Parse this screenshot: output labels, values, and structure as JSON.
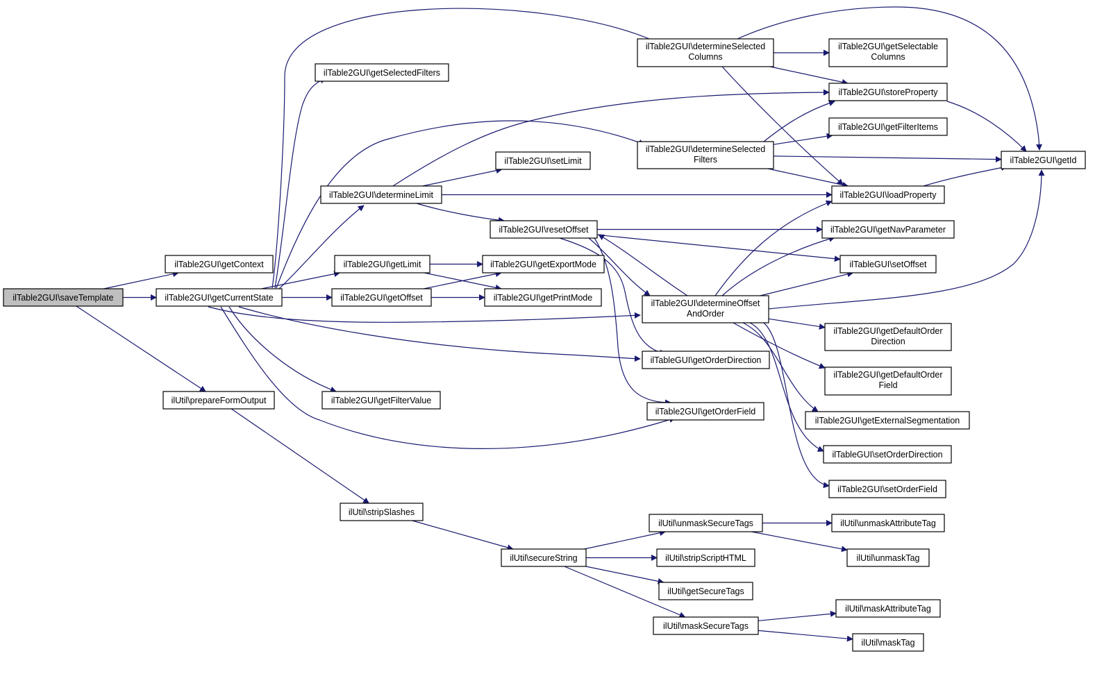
{
  "colors": {
    "edge": "#191970",
    "node_border": "#000000",
    "root_fill": "#bfbfbf",
    "background": "#ffffff"
  },
  "nodes": [
    {
      "id": "saveTemplate",
      "lines": [
        "ilTable2GUI\\saveTemplate"
      ],
      "root": true
    },
    {
      "id": "getContext",
      "lines": [
        "ilTable2GUI\\getContext"
      ]
    },
    {
      "id": "getCurrentState",
      "lines": [
        "ilTable2GUI\\getCurrentState"
      ]
    },
    {
      "id": "prepareFormOutput",
      "lines": [
        "ilUtil\\prepareFormOutput"
      ]
    },
    {
      "id": "getSelectedFilters",
      "lines": [
        "ilTable2GUI\\getSelectedFilters"
      ]
    },
    {
      "id": "determineLimit",
      "lines": [
        "ilTable2GUI\\determineLimit"
      ]
    },
    {
      "id": "getLimit",
      "lines": [
        "ilTable2GUI\\getLimit"
      ]
    },
    {
      "id": "getOffset",
      "lines": [
        "ilTable2GUI\\getOffset"
      ]
    },
    {
      "id": "getFilterValue",
      "lines": [
        "ilTable2GUI\\getFilterValue"
      ]
    },
    {
      "id": "stripSlashes",
      "lines": [
        "ilUtil\\stripSlashes"
      ]
    },
    {
      "id": "setLimit",
      "lines": [
        "ilTable2GUI\\setLimit"
      ]
    },
    {
      "id": "resetOffset",
      "lines": [
        "ilTable2GUI\\resetOffset"
      ]
    },
    {
      "id": "getExportMode",
      "lines": [
        "ilTable2GUI\\getExportMode"
      ]
    },
    {
      "id": "getPrintMode",
      "lines": [
        "ilTable2GUI\\getPrintMode"
      ]
    },
    {
      "id": "secureString",
      "lines": [
        "ilUtil\\secureString"
      ]
    },
    {
      "id": "determineSelectedColumns",
      "lines": [
        "ilTable2GUI\\determineSelected",
        "Columns"
      ]
    },
    {
      "id": "determineSelectedFilters",
      "lines": [
        "ilTable2GUI\\determineSelected",
        "Filters"
      ]
    },
    {
      "id": "determineOffsetAndOrder",
      "lines": [
        "ilTable2GUI\\determineOffset",
        "AndOrder"
      ]
    },
    {
      "id": "getOrderDirection",
      "lines": [
        "ilTableGUI\\getOrderDirection"
      ]
    },
    {
      "id": "getOrderField",
      "lines": [
        "ilTable2GUI\\getOrderField"
      ]
    },
    {
      "id": "unmaskSecureTags",
      "lines": [
        "ilUtil\\unmaskSecureTags"
      ]
    },
    {
      "id": "stripScriptHTML",
      "lines": [
        "ilUtil\\stripScriptHTML"
      ]
    },
    {
      "id": "getSecureTags",
      "lines": [
        "ilUtil\\getSecureTags"
      ]
    },
    {
      "id": "maskSecureTags",
      "lines": [
        "ilUtil\\maskSecureTags"
      ]
    },
    {
      "id": "getSelectableColumns",
      "lines": [
        "ilTable2GUI\\getSelectable",
        "Columns"
      ]
    },
    {
      "id": "storeProperty",
      "lines": [
        "ilTable2GUI\\storeProperty"
      ]
    },
    {
      "id": "getFilterItems",
      "lines": [
        "ilTable2GUI\\getFilterItems"
      ]
    },
    {
      "id": "loadProperty",
      "lines": [
        "ilTable2GUI\\loadProperty"
      ]
    },
    {
      "id": "getNavParameter",
      "lines": [
        "ilTable2GUI\\getNavParameter"
      ]
    },
    {
      "id": "setOffset",
      "lines": [
        "ilTableGUI\\setOffset"
      ]
    },
    {
      "id": "getDefaultOrderDirection",
      "lines": [
        "ilTable2GUI\\getDefaultOrder",
        "Direction"
      ]
    },
    {
      "id": "getDefaultOrderField",
      "lines": [
        "ilTable2GUI\\getDefaultOrder",
        "Field"
      ]
    },
    {
      "id": "getExternalSegmentation",
      "lines": [
        "ilTable2GUI\\getExternalSegmentation"
      ]
    },
    {
      "id": "setOrderDirection",
      "lines": [
        "ilTableGUI\\setOrderDirection"
      ]
    },
    {
      "id": "setOrderField",
      "lines": [
        "ilTable2GUI\\setOrderField"
      ]
    },
    {
      "id": "unmaskAttributeTag",
      "lines": [
        "ilUtil\\unmaskAttributeTag"
      ]
    },
    {
      "id": "unmaskTag",
      "lines": [
        "ilUtil\\unmaskTag"
      ]
    },
    {
      "id": "maskAttributeTag",
      "lines": [
        "ilUtil\\maskAttributeTag"
      ]
    },
    {
      "id": "maskTag",
      "lines": [
        "ilUtil\\maskTag"
      ]
    },
    {
      "id": "getId",
      "lines": [
        "ilTable2GUI\\getId"
      ]
    }
  ],
  "edges": [
    [
      "saveTemplate",
      "getContext"
    ],
    [
      "saveTemplate",
      "getCurrentState"
    ],
    [
      "saveTemplate",
      "prepareFormOutput"
    ],
    [
      "getCurrentState",
      "determineSelectedColumns"
    ],
    [
      "getCurrentState",
      "getSelectedFilters"
    ],
    [
      "getCurrentState",
      "determineSelectedFilters"
    ],
    [
      "getCurrentState",
      "determineLimit"
    ],
    [
      "getCurrentState",
      "getLimit"
    ],
    [
      "getCurrentState",
      "getOffset"
    ],
    [
      "getCurrentState",
      "determineOffsetAndOrder"
    ],
    [
      "getCurrentState",
      "getOrderDirection"
    ],
    [
      "getCurrentState",
      "getFilterValue"
    ],
    [
      "getCurrentState",
      "getOrderField"
    ],
    [
      "prepareFormOutput",
      "stripSlashes"
    ],
    [
      "determineLimit",
      "storeProperty"
    ],
    [
      "determineLimit",
      "setLimit"
    ],
    [
      "determineLimit",
      "loadProperty"
    ],
    [
      "determineLimit",
      "resetOffset"
    ],
    [
      "getLimit",
      "getExportMode"
    ],
    [
      "getLimit",
      "getPrintMode"
    ],
    [
      "getOffset",
      "getExportMode"
    ],
    [
      "getOffset",
      "getPrintMode"
    ],
    [
      "stripSlashes",
      "secureString"
    ],
    [
      "resetOffset",
      "getNavParameter"
    ],
    [
      "resetOffset",
      "setOffset"
    ],
    [
      "resetOffset",
      "determineOffsetAndOrder"
    ],
    [
      "resetOffset",
      "getOrderDirection"
    ],
    [
      "resetOffset",
      "getOrderField"
    ],
    [
      "secureString",
      "unmaskSecureTags"
    ],
    [
      "secureString",
      "stripScriptHTML"
    ],
    [
      "secureString",
      "getSecureTags"
    ],
    [
      "secureString",
      "maskSecureTags"
    ],
    [
      "determineSelectedColumns",
      "getId"
    ],
    [
      "determineSelectedColumns",
      "getSelectableColumns"
    ],
    [
      "determineSelectedColumns",
      "storeProperty"
    ],
    [
      "determineSelectedColumns",
      "loadProperty"
    ],
    [
      "determineSelectedFilters",
      "storeProperty"
    ],
    [
      "determineSelectedFilters",
      "getFilterItems"
    ],
    [
      "determineSelectedFilters",
      "getId"
    ],
    [
      "determineSelectedFilters",
      "loadProperty"
    ],
    [
      "determineOffsetAndOrder",
      "loadProperty"
    ],
    [
      "determineOffsetAndOrder",
      "getNavParameter"
    ],
    [
      "determineOffsetAndOrder",
      "setOffset"
    ],
    [
      "determineOffsetAndOrder",
      "getId"
    ],
    [
      "determineOffsetAndOrder",
      "resetOffset"
    ],
    [
      "determineOffsetAndOrder",
      "getDefaultOrderDirection"
    ],
    [
      "determineOffsetAndOrder",
      "getDefaultOrderField"
    ],
    [
      "determineOffsetAndOrder",
      "getExternalSegmentation"
    ],
    [
      "determineOffsetAndOrder",
      "setOrderDirection"
    ],
    [
      "determineOffsetAndOrder",
      "setOrderField"
    ],
    [
      "storeProperty",
      "getId"
    ],
    [
      "loadProperty",
      "getId"
    ],
    [
      "unmaskSecureTags",
      "unmaskAttributeTag"
    ],
    [
      "unmaskSecureTags",
      "unmaskTag"
    ],
    [
      "maskSecureTags",
      "maskAttributeTag"
    ],
    [
      "maskSecureTags",
      "maskTag"
    ]
  ]
}
